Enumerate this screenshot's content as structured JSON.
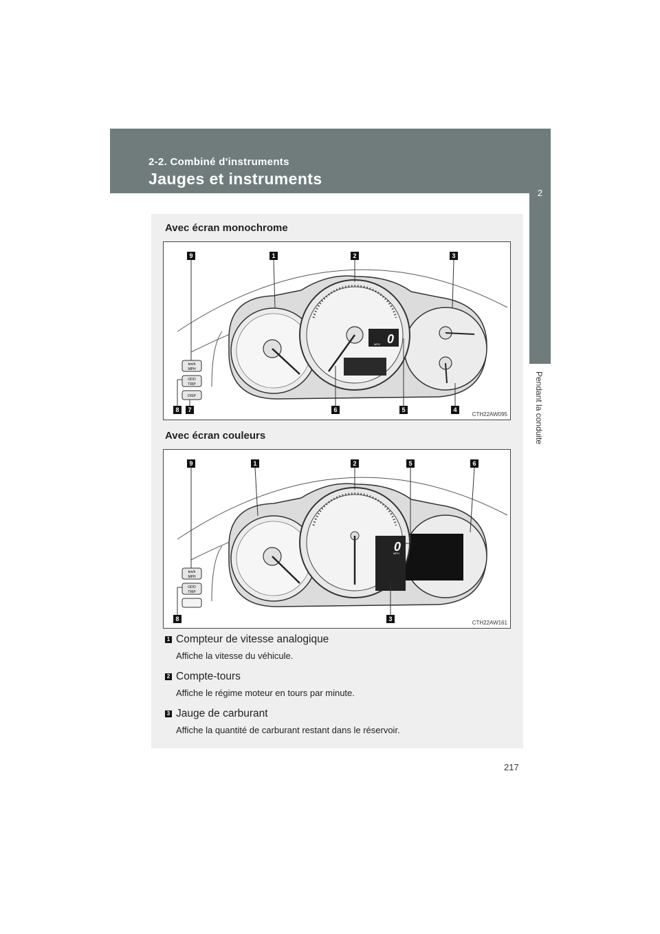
{
  "header": {
    "section": "2-2. Combiné d'instruments",
    "title": "Jauges et instruments"
  },
  "side_tab": {
    "number": "2",
    "label": "Pendant la conduite"
  },
  "figures": [
    {
      "heading": "Avec écran monochrome",
      "code": "CTH22AW095",
      "callouts_top": [
        "9",
        "1",
        "2",
        "3"
      ],
      "callouts_bottom": [
        "8",
        "7",
        "6",
        "5",
        "4"
      ],
      "buttons": [
        "km/h\nMPH",
        "ODO\nTRIP",
        "DISP"
      ],
      "speed_display": "0",
      "speed_unit": "MPH"
    },
    {
      "heading": "Avec écran couleurs",
      "code": "CTH22AW161",
      "callouts_top": [
        "9",
        "1",
        "2",
        "5",
        "6"
      ],
      "callouts_bottom": [
        "8",
        "3"
      ],
      "buttons": [
        "km/h\nMPH",
        "ODO\nTRIP"
      ],
      "speed_display": "0",
      "speed_unit": "MPH"
    }
  ],
  "items": [
    {
      "number": "1",
      "name": "Compteur de vitesse analogique",
      "description": "Affiche la vitesse du véhicule."
    },
    {
      "number": "2",
      "name": "Compte-tours",
      "description": "Affiche le régime moteur en tours par minute."
    },
    {
      "number": "3",
      "name": "Jauge de carburant",
      "description": "Affiche la quantité de carburant restant dans le réservoir."
    }
  ],
  "page_number": "217"
}
